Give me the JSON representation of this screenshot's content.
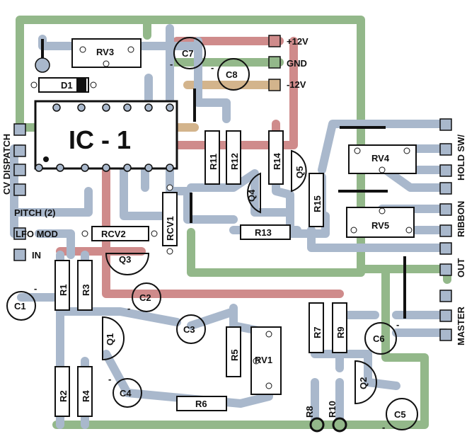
{
  "ic": {
    "label": "IC - 1"
  },
  "power": {
    "plus12": "+12V",
    "gnd": "GND",
    "minus12": "-12V"
  },
  "left_labels": {
    "cv_dispatch": "CV DISPATCH",
    "pitch": "PITCH (2)",
    "lfo_mod": "LFO MOD",
    "in": "IN"
  },
  "right_labels": {
    "hold_sw": "HOLD SW/",
    "ribbon": "RIBBON",
    "out": "OUT",
    "master": "MASTER"
  },
  "resistors": [
    "R1",
    "R2",
    "R3",
    "R4",
    "R5",
    "R6",
    "R7",
    "R8",
    "R9",
    "R10",
    "R11",
    "R12",
    "R13",
    "R14",
    "R15"
  ],
  "capacitors": [
    "C1",
    "C2",
    "C3",
    "C4",
    "C5",
    "C6",
    "C7",
    "C8"
  ],
  "transistors": [
    "Q1",
    "Q2",
    "Q3",
    "Q4",
    "Q5"
  ],
  "pots": [
    "RV1",
    "RV3",
    "RV4",
    "RV5"
  ],
  "trimmers": [
    "RCV1",
    "RCV2"
  ],
  "diode": "D1",
  "polarity_mark": "-"
}
